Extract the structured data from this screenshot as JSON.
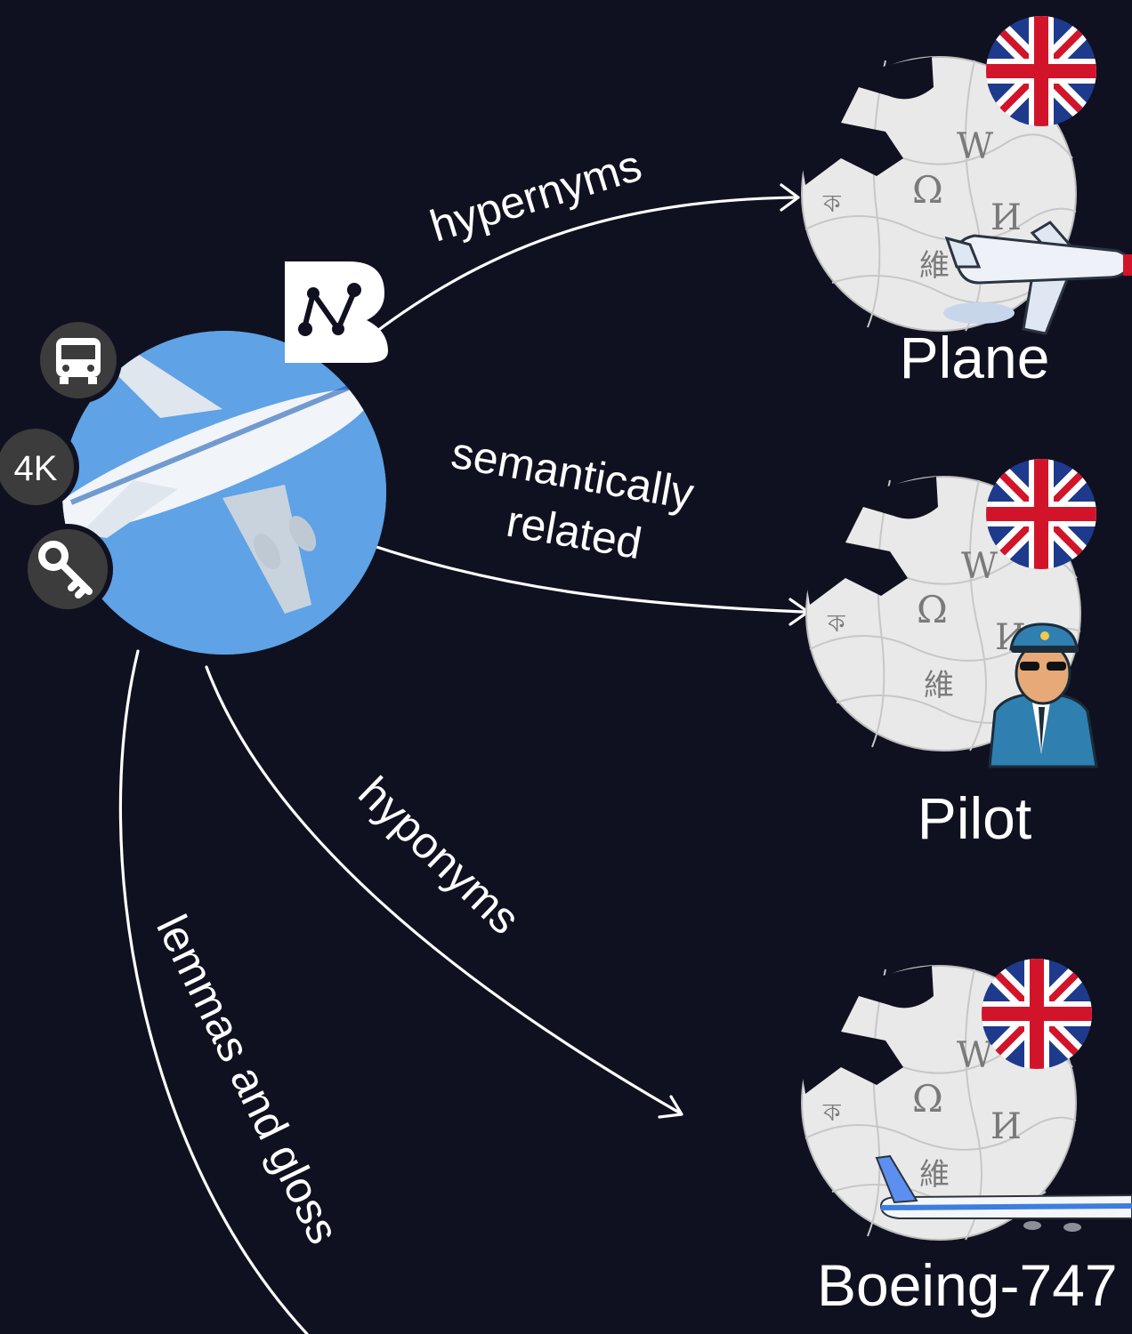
{
  "source": {
    "badges": [
      {
        "icon": "bus-icon"
      },
      {
        "icon": "4k-icon",
        "text": "4K"
      },
      {
        "icon": "key-icon"
      }
    ],
    "logo_icon": "babelnet-logo-icon",
    "image_icon": "airplane-photo-icon"
  },
  "edges": [
    {
      "id": "hypernyms",
      "label": "hypernyms"
    },
    {
      "id": "semantic",
      "label_line1": "semantically",
      "label_line2": "related"
    },
    {
      "id": "hyponyms",
      "label": "hyponyms"
    },
    {
      "id": "lemmas",
      "label": "lemmas and gloss"
    }
  ],
  "targets": [
    {
      "label": "Plane",
      "icon": "wikipedia-globe-icon",
      "flag": "uk-flag-icon",
      "overlay": "plane-icon"
    },
    {
      "label": "Pilot",
      "icon": "wikipedia-globe-icon",
      "flag": "uk-flag-icon",
      "overlay": "pilot-icon"
    },
    {
      "label": "Boeing-747",
      "icon": "wikipedia-globe-icon",
      "flag": "uk-flag-icon",
      "overlay": "boeing-747-icon"
    }
  ],
  "colors": {
    "background": "#101120",
    "edge": "#ffffff",
    "sky": "#5fa2e6",
    "badge": "#3c3c3c",
    "flag_blue": "#1e3a8c",
    "flag_red": "#d2142a"
  }
}
